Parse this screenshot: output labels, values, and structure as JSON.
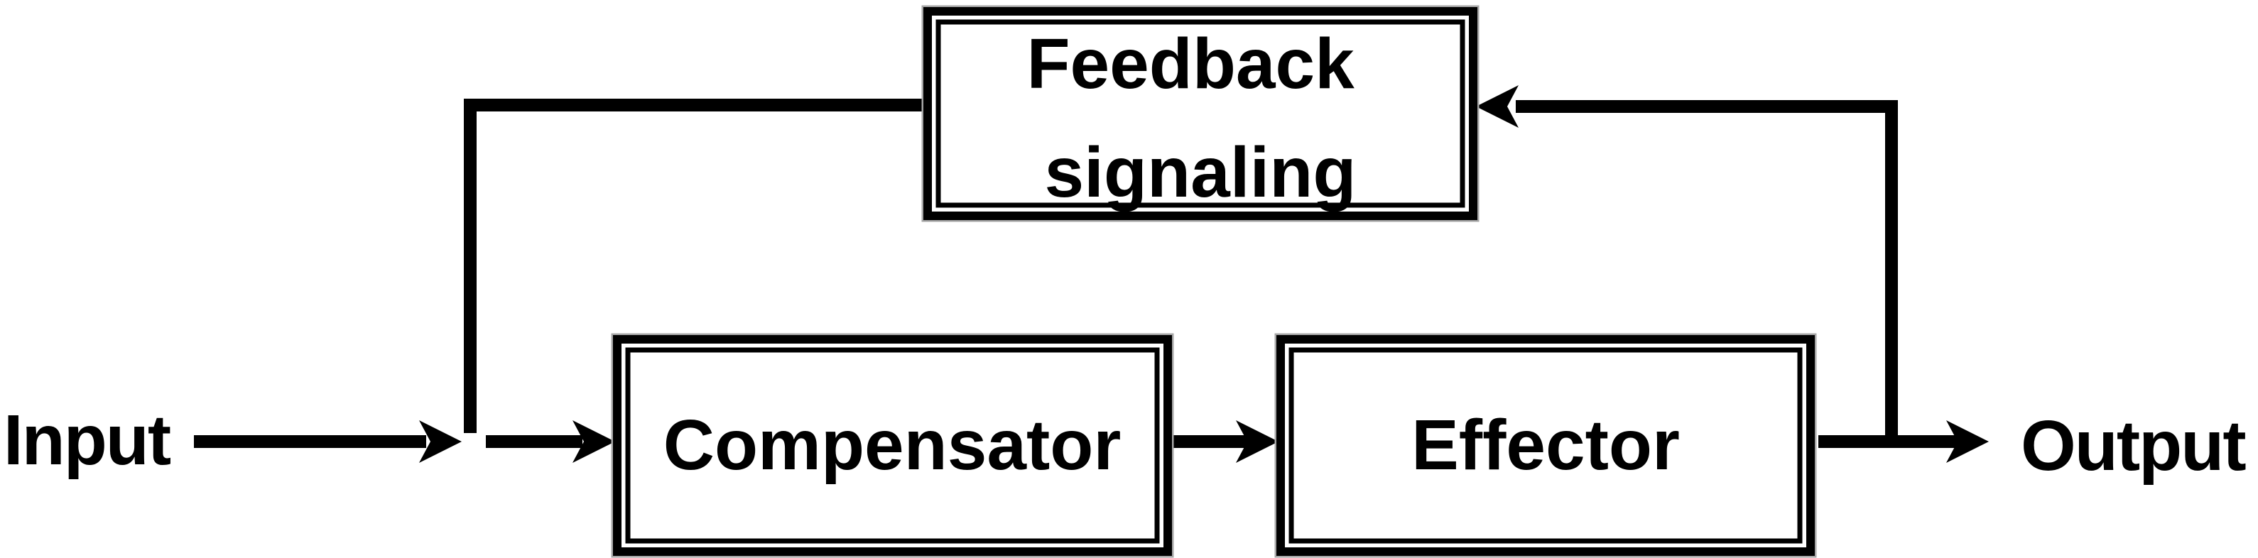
{
  "diagram": {
    "background": "#ffffff",
    "line_color": "#000000",
    "box": {
      "fill": "#ffffff",
      "border_color": "#000000",
      "edge_highlight": "#a6a6a6",
      "style": "double-border"
    },
    "nodes": {
      "feedback": {
        "label": "Feedback signaling",
        "lines": [
          "Feedback",
          "signaling"
        ]
      },
      "compensator": {
        "label": "Compensator"
      },
      "effector": {
        "label": "Effector"
      }
    },
    "labels": {
      "input": "Input",
      "output": "Output"
    },
    "edges": [
      {
        "from": "Input",
        "to": "junction",
        "arrow": true
      },
      {
        "from": "junction",
        "to": "Compensator",
        "arrow": true
      },
      {
        "from": "Compensator",
        "to": "Effector",
        "arrow": true
      },
      {
        "from": "Effector",
        "to": "Output",
        "arrow": true
      },
      {
        "from": "Output branch",
        "to": "Feedback signaling",
        "arrow": true
      },
      {
        "from": "Feedback signaling",
        "to": "junction",
        "arrow": false
      }
    ]
  }
}
